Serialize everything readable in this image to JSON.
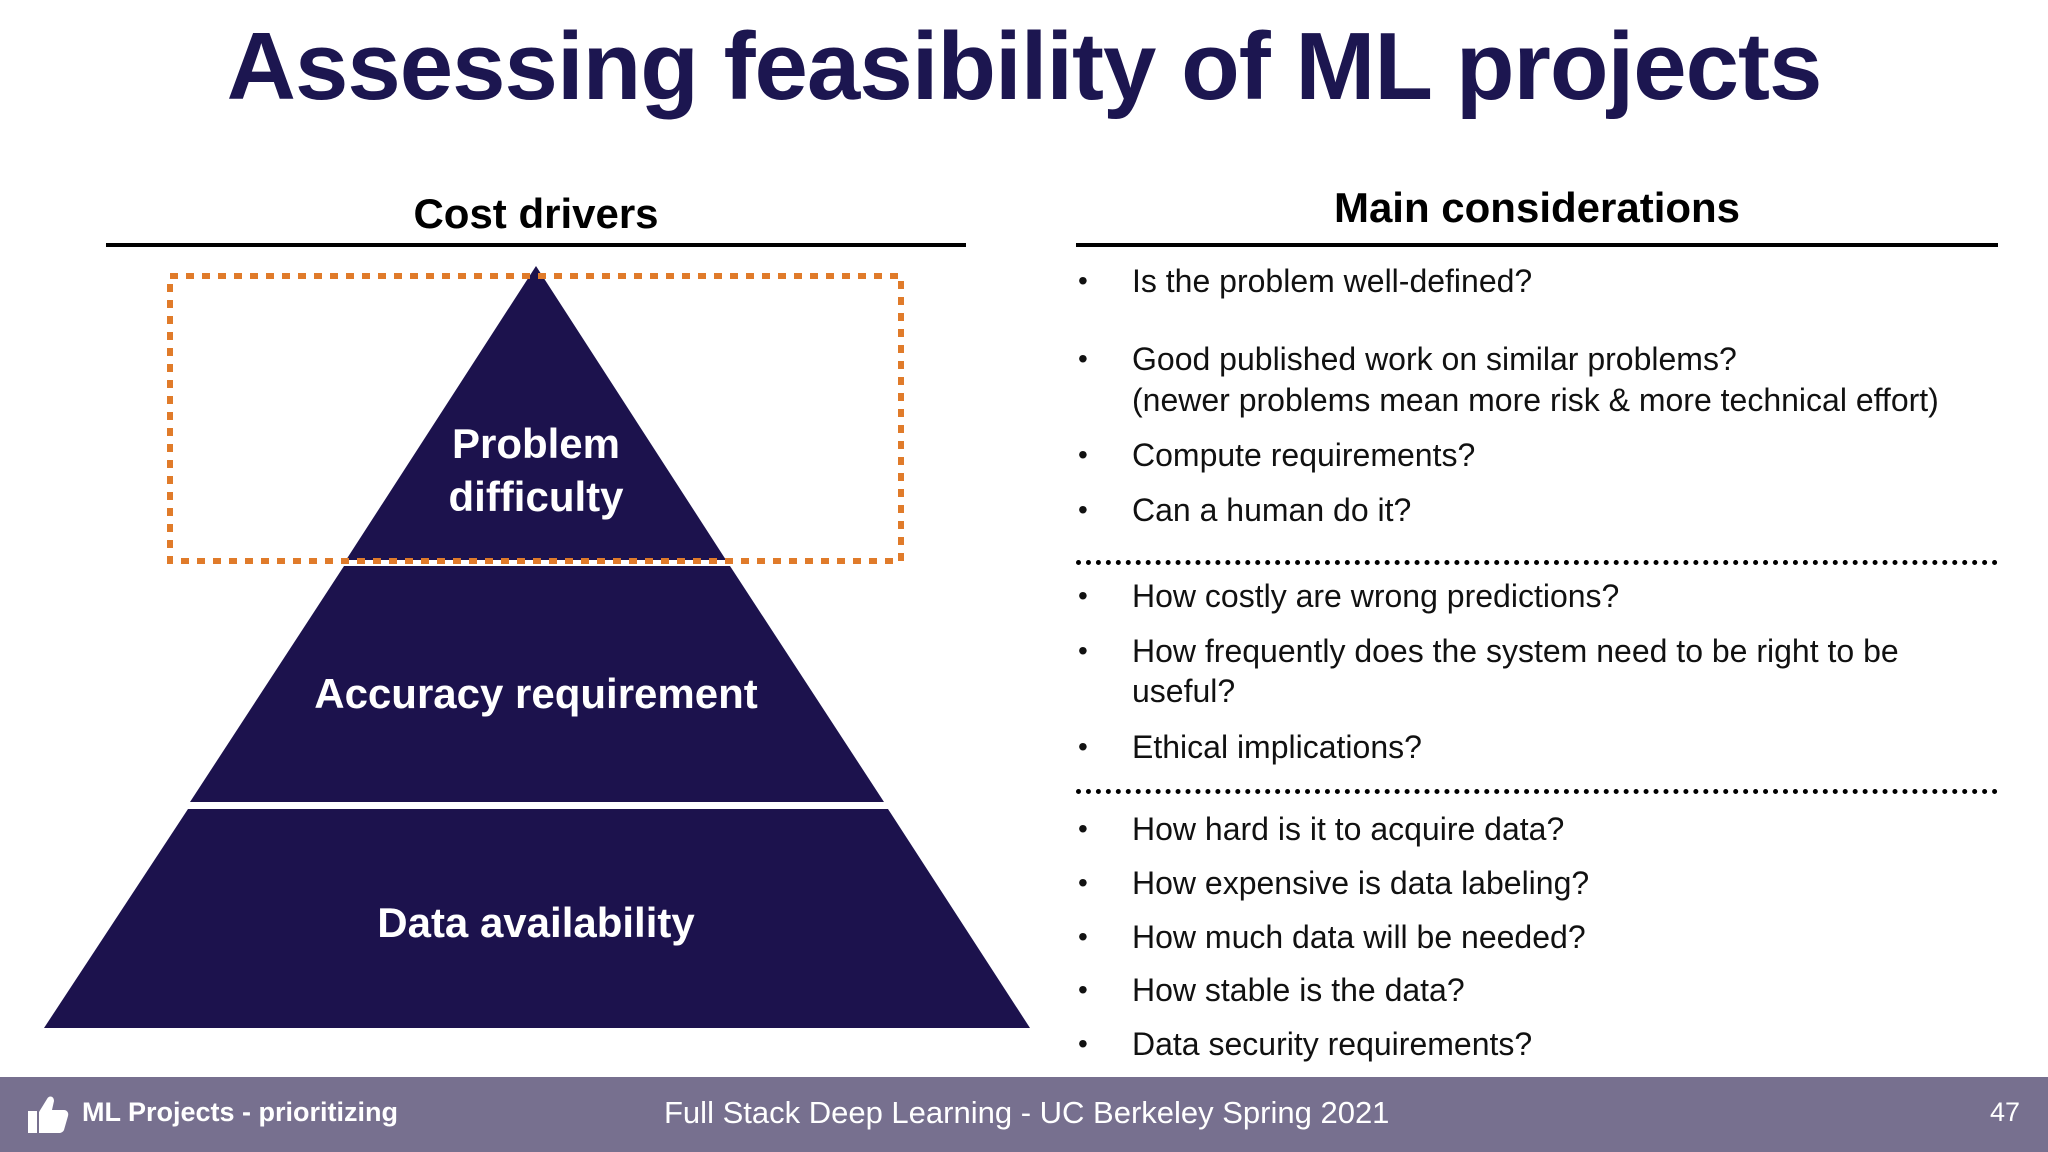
{
  "slide": {
    "title": "Assessing feasibility of ML projects"
  },
  "left_column": {
    "heading": "Cost drivers",
    "pyramid": {
      "tiers": [
        {
          "label": "Problem difficulty",
          "line1": "Problem",
          "line2": "difficulty"
        },
        {
          "label": "Accuracy requirement"
        },
        {
          "label": "Data availability"
        }
      ],
      "fill_color": "#1c124d",
      "highlight_color": "#e07b2a"
    }
  },
  "right_column": {
    "heading": "Main considerations",
    "groups": [
      {
        "bullets": [
          "Is the problem well-defined?",
          "Good published work on similar problems?",
          "(newer problems mean more risk & more technical effort)",
          "Compute requirements?",
          "Can a human do it?"
        ]
      },
      {
        "bullets": [
          "How costly are wrong predictions?",
          "How frequently does the system need to be right to be",
          "useful?",
          "Ethical implications?"
        ]
      },
      {
        "bullets": [
          "How hard is it to acquire data?",
          "How expensive is data labeling?",
          "How much data will be needed?",
          "How stable is the data?",
          "Data security requirements?"
        ]
      }
    ]
  },
  "footer": {
    "section": "ML Projects - prioritizing",
    "course": "Full Stack Deep Learning - UC Berkeley Spring 2021",
    "page_number": "47",
    "icon": "thumbs-up-icon"
  },
  "colors": {
    "title": "#1c1650",
    "footer_bg": "#77708f"
  }
}
